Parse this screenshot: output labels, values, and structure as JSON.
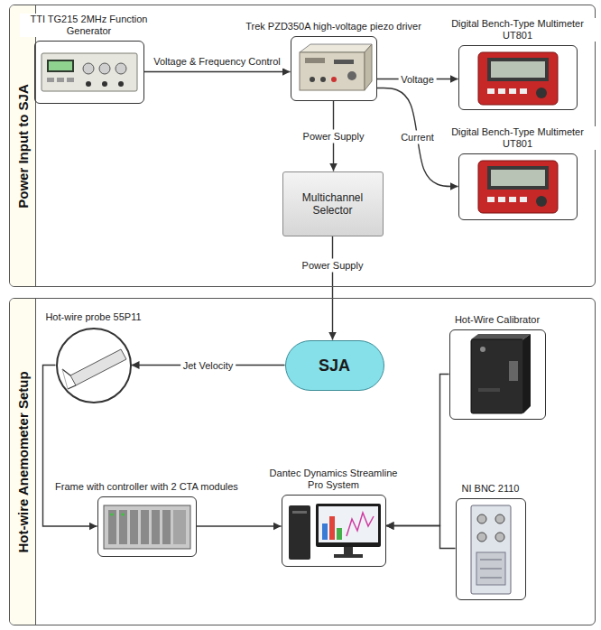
{
  "diagram": {
    "nodes": [
      {
        "text": [
          "Power Input to SJA"
        ]
      },
      {
        "text": [
          "TTI TG215 2MHz Function Generator"
        ],
        "in": 0
      },
      {
        "text": [
          "Trek PZD350A high-voltage piezo driver"
        ],
        "in": 0
      },
      {
        "text": [
          "Digital Bench-Type Multimeter UT801"
        ],
        "in": 0
      },
      {
        "text": [
          "Digital Bench-Type Multimeter UT801"
        ],
        "in": 0
      },
      {
        "text": [
          "Multichannel Selector"
        ],
        "in": 0
      },
      {
        "text": [
          "Hot-wire Anemometer Setup"
        ]
      },
      {
        "text": [
          "Hot-wire probe 55P11"
        ],
        "in": 6
      },
      {
        "text": [
          "SJA"
        ],
        "in": 6
      },
      {
        "text": [
          "Hot-Wire Calibrator"
        ],
        "in": 6
      },
      {
        "text": [
          "Frame with controller with 2 CTA modules"
        ],
        "in": 6
      },
      {
        "text": [
          "Dantec Dynamics Streamline Pro System"
        ],
        "in": 6
      },
      {
        "text": [
          "NI BNC 2110"
        ],
        "in": 6
      }
    ],
    "edges": [
      {
        "from": 1,
        "to": 2,
        "label": "Voltage & Frequency Control",
        "arrow": "to"
      },
      {
        "from": 2,
        "to": 3,
        "label": "Voltage",
        "arrow": "to"
      },
      {
        "from": 2,
        "to": 4,
        "label": "Current",
        "arrow": "to"
      },
      {
        "from": 2,
        "to": 5,
        "label": "Power Supply",
        "arrow": "to"
      },
      {
        "from": 5,
        "to": 8,
        "label": "Power Supply",
        "arrow": "to"
      },
      {
        "from": 8,
        "to": 7,
        "label": "Jet Velocity",
        "arrow": "to"
      },
      {
        "from": 7,
        "to": 10,
        "arrow": "to"
      },
      {
        "from": 10,
        "to": 11,
        "arrow": "to"
      },
      {
        "from": 9,
        "to": 11,
        "arrow": "to"
      },
      {
        "from": 12,
        "to": 11,
        "arrow": "to"
      }
    ]
  }
}
